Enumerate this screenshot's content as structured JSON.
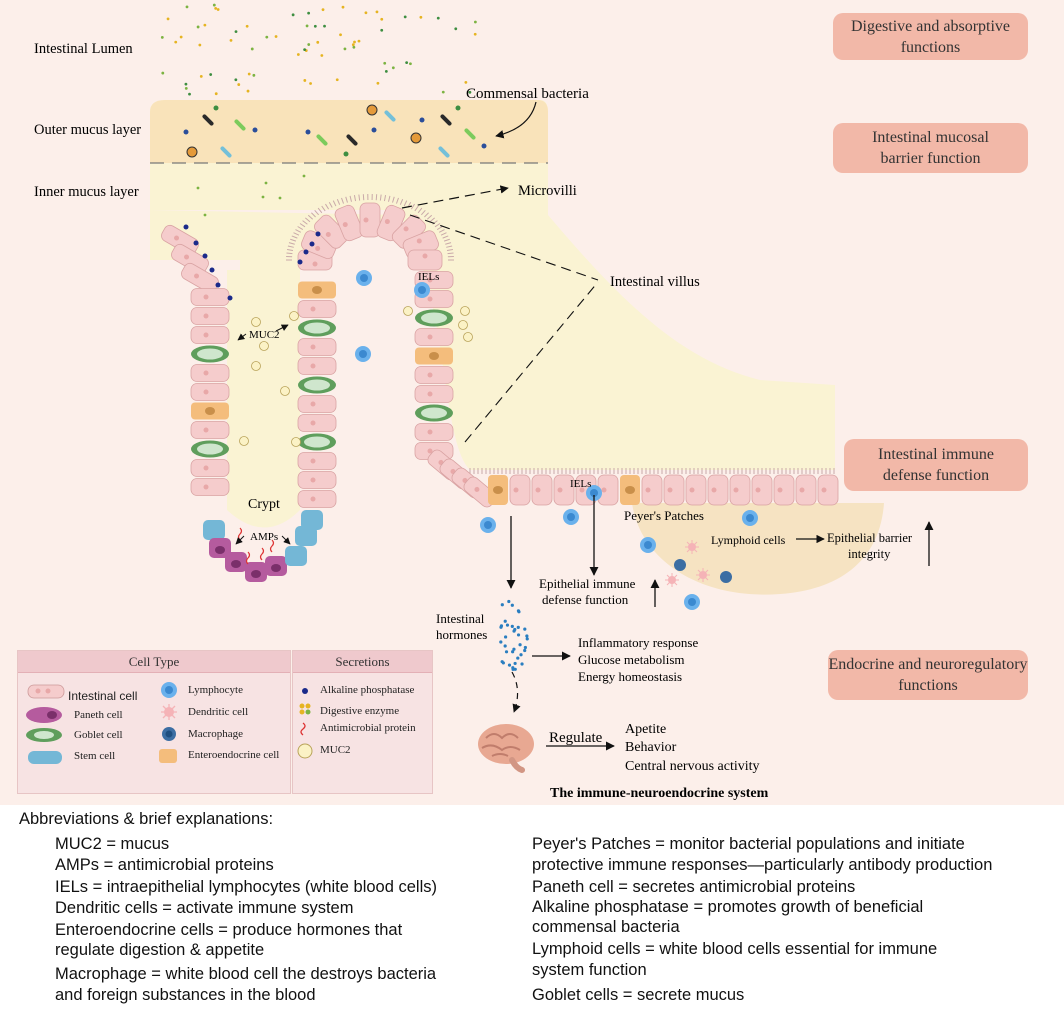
{
  "layers": {
    "lumen": "Intestinal Lumen",
    "outer_mucus": "Outer mucus layer",
    "inner_mucus": "Inner mucus layer"
  },
  "labels": {
    "commensal_bacteria": "Commensal bacteria",
    "microvilli": "Microvilli",
    "intestinal_villus": "Intestinal villus",
    "muc2": "MUC2",
    "iels_villus": "IELs",
    "iels_base": "IELs",
    "crypt": "Crypt",
    "amps": "AMPs",
    "peyers_patches": "Peyer's Patches",
    "lymphoid_cells": "Lymphoid cells",
    "epithelial_barrier_line1": "Epithelial barrier",
    "epithelial_barrier_line2": "integrity",
    "epithelial_immune_line1": "Epithelial immune",
    "epithelial_immune_line2": "defense function",
    "hormones_line1": "Intestinal",
    "hormones_line2": "hormones",
    "effect_1": "Inflammatory response",
    "effect_2": "Glucose metabolism",
    "effect_3": "Energy homeostasis",
    "regulate": "Regulate",
    "brain_1": "Apetite",
    "brain_2": "Behavior",
    "brain_3": "Central nervous activity",
    "system_title": "The immune-neuroendocrine system"
  },
  "functions": [
    "Digestive and absorptive\nfunctions",
    "Intestinal mucosal\nbarrier function",
    "Intestinal immune\ndefense function",
    "Endocrine and neuroregulatory\nfunctions"
  ],
  "legend": {
    "cell_type_title": "Cell Type",
    "secretions_title": "Secretions",
    "cells": {
      "intestinal": "Intestinal cell",
      "paneth": "Paneth cell",
      "goblet": "Goblet cell",
      "stem": "Stem cell",
      "lymphocyte": "Lymphocyte",
      "dendritic": "Dendritic cell",
      "macrophage": "Macrophage",
      "enteroendocrine": "Enteroendocrine cell"
    },
    "secretions": {
      "alkaline": "Alkaline phosphatase",
      "enzyme": "Digestive enzyme",
      "antimicrobial": "Antimicrobial protein",
      "muc2": "MUC2"
    }
  },
  "abbreviations": {
    "title": "Abbreviations & brief explanations:",
    "left": [
      "MUC2 = mucus",
      "AMPs = antimicrobial proteins",
      "IELs =  intraepithelial lymphocytes (white blood cells)",
      "Dendritic cells = activate immune system",
      "Enteroendocrine cells = produce hormones that",
      "regulate digestion & appetite",
      "Macrophage = white blood cell the destroys bacteria",
      "and foreign substances in the blood"
    ],
    "right": [
      "Peyer's Patches =  monitor bacterial populations and initiate",
      "protective immune responses—particularly antibody production",
      "Paneth cell = secretes antimicrobial proteins",
      "Alkaline phosphatase = promotes growth of beneficial",
      "commensal bacteria",
      "Lymphoid cells = white blood cells essential for immune",
      "system function",
      "Goblet cells = secrete mucus"
    ]
  },
  "colors": {
    "background": "#fcefea",
    "lumen_fill": "#faf3d3",
    "outer_mucus_fill": "#f9e3ba",
    "function_pill": "#f2b8a8",
    "epithelial_cell": "#f5cccc",
    "goblet": "#5f9e5c",
    "paneth": "#b55b9e",
    "stem": "#74b7d6",
    "lymphocyte": "#6ab1ec",
    "enteroendocrine": "#f4bd7c",
    "legend_bg": "#f7e3e3"
  }
}
